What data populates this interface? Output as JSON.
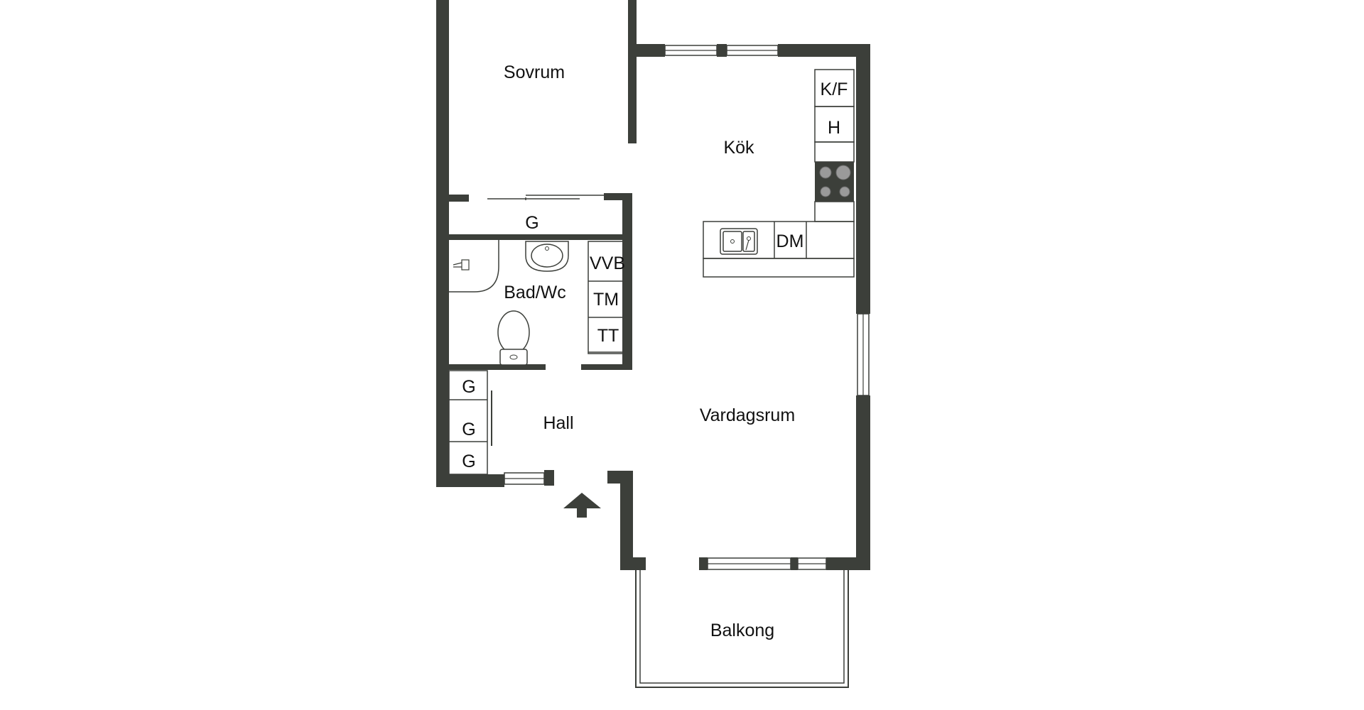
{
  "rooms": {
    "sovrum": "Sovrum",
    "kok": "Kök",
    "bad_wc": "Bad/Wc",
    "hall": "Hall",
    "vardagsrum": "Vardagsrum",
    "balkong": "Balkong"
  },
  "fixtures": {
    "kf": "K/F",
    "h": "H",
    "dm": "DM",
    "vvb": "VVB",
    "tm": "TM",
    "tt": "TT",
    "g_sovrum": "G",
    "g_hall_1": "G",
    "g_hall_2": "G",
    "g_hall_3": "G"
  },
  "colors": {
    "wall": "#3c3f3a",
    "background": "#ffffff",
    "text": "#111111"
  },
  "icons": {
    "entrance": "entrance-arrow-icon",
    "stove": "stove-icon",
    "sink": "sink-icon",
    "toilet": "toilet-icon",
    "washbasin": "washbasin-icon",
    "shower": "shower-icon"
  }
}
